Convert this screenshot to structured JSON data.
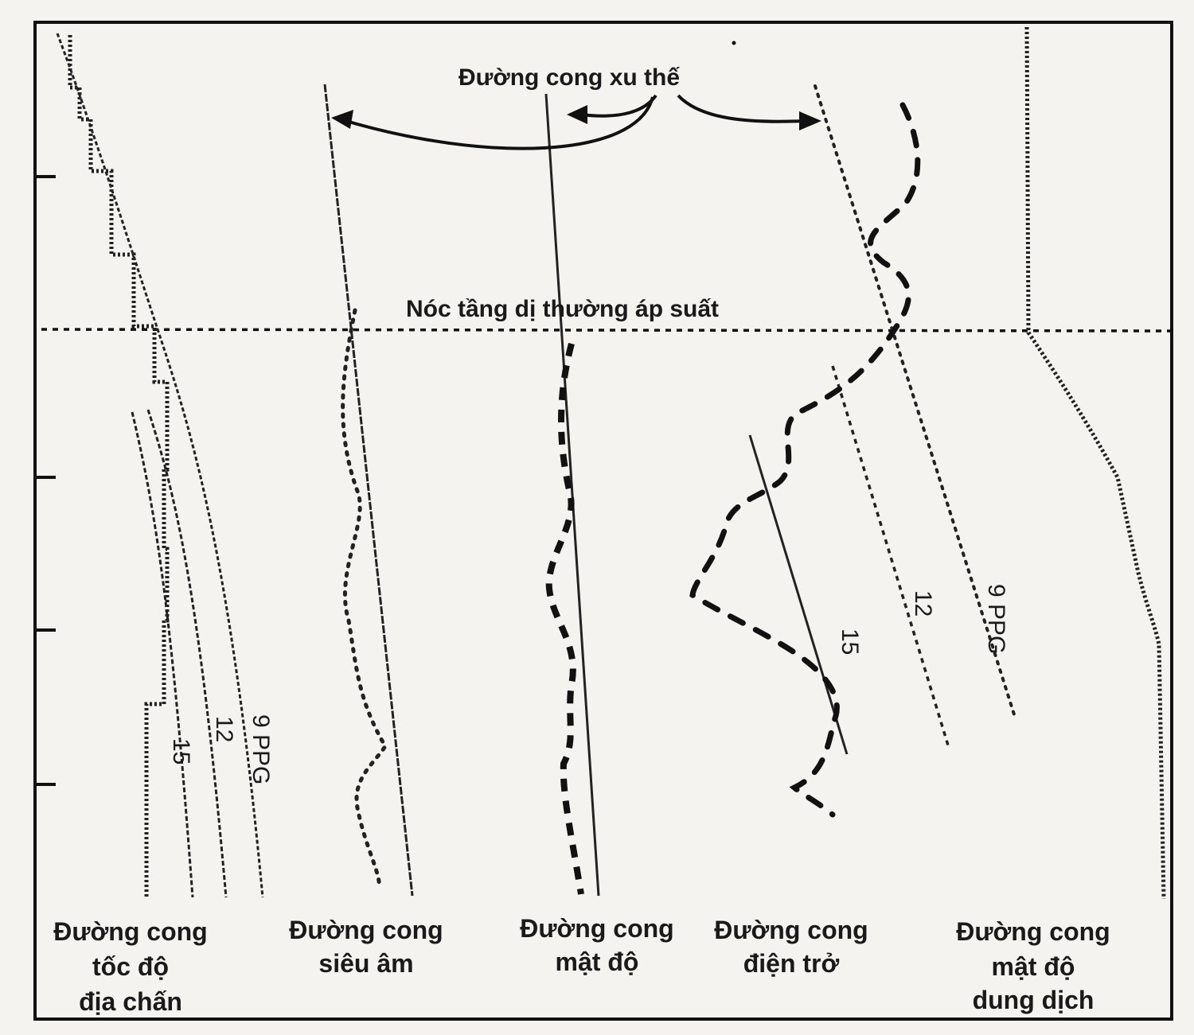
{
  "annotations": {
    "trend_curves": "Đường cong xu thế",
    "top_of_abnormal_pressure": "Nóc tầng dị thường áp suất"
  },
  "panels": [
    {
      "id": "seismic",
      "label_lines": [
        "Đường cong",
        "tốc độ",
        "địa chấn"
      ]
    },
    {
      "id": "sonic",
      "label_lines": [
        "Đường cong",
        "siêu âm"
      ]
    },
    {
      "id": "density",
      "label_lines": [
        "Đường cong",
        "mật độ"
      ]
    },
    {
      "id": "resistivity",
      "label_lines": [
        "Đường cong",
        "điện trở"
      ]
    },
    {
      "id": "mud_density",
      "label_lines": [
        "Đường cong",
        "mật độ",
        "dung dịch"
      ]
    }
  ],
  "seismic_isolines": [
    "9 PPG",
    "12",
    "15"
  ],
  "resistivity_isolines": [
    "9 PPG",
    "12",
    "15"
  ]
}
